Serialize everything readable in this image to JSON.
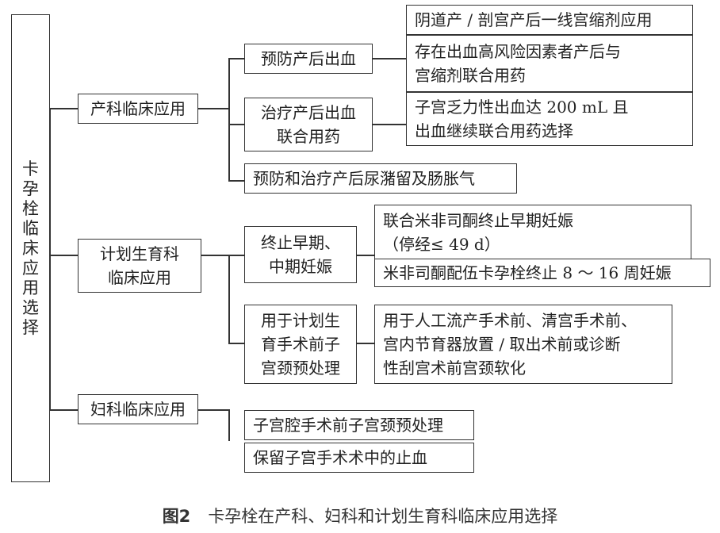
{
  "root": {
    "label": "卡孕栓临床应用选择"
  },
  "obstetric": {
    "label": "产科临床应用",
    "prevent": {
      "label": "预防产后出血",
      "leaves": [
        "阴道产 / 剖宫产后一线宫缩剂应用",
        "存在出血高风险因素者产后与\n宫缩剂联合用药"
      ]
    },
    "treat": {
      "label": "治疗产后出血\n联合用药",
      "leaf": "子宫乏力性出血达 200 mL 且\n出血继续联合用药选择"
    },
    "retention": {
      "label": "预防和治疗产后尿潴留及肠胀气"
    }
  },
  "family_planning": {
    "label": "计划生育科\n临床应用",
    "termination": {
      "label": "终止早期、\n中期妊娠",
      "leaves": [
        "联合米非司酮终止早期妊娠\n（停经≤ 49 d）",
        "米非司酮配伍卡孕栓终止 8 ～ 16 周妊娠"
      ]
    },
    "cervical_prep": {
      "label": "用于计划生\n育手术前子\n宫颈预处理",
      "leaf": "用于人工流产手术前、清宫手术前、\n宫内节育器放置 / 取出术前或诊断\n性刮宫术前宫颈软化"
    }
  },
  "gynecology": {
    "label": "妇科临床应用",
    "leaves": [
      "子宫腔手术前子宫颈预处理",
      "保留子宫手术术中的止血"
    ]
  },
  "caption": {
    "figure": "图2",
    "text": "卡孕栓在产科、妇科和计划生育科临床应用选择"
  }
}
